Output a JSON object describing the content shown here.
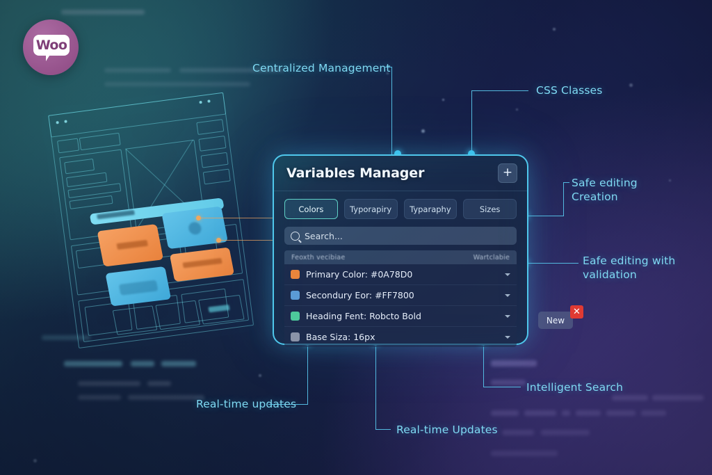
{
  "brand": {
    "logo_text": "Woo",
    "logo_name": "woo-logo",
    "logo_color": "#96538c"
  },
  "background": {
    "gradient_from": "#2a6b6e",
    "gradient_to": "#4c3f86",
    "accent_cyan": "#57c3e8"
  },
  "annotations": [
    {
      "id": "centralized-management",
      "label": "Centralized Management"
    },
    {
      "id": "css-classes",
      "label": "CSS Classes"
    },
    {
      "id": "safe-editing-creation",
      "label": "Safe editing\nCreation"
    },
    {
      "id": "safe-editing-validation",
      "label": "Eafe editing with\nvalidation"
    },
    {
      "id": "intelligent-search",
      "label": "Intelligent Search"
    },
    {
      "id": "real-time-updates-lower",
      "label": "Real-time Updates"
    },
    {
      "id": "real-time-updates-left",
      "label": "Real-time updates"
    }
  ],
  "panel": {
    "title": "Variables Manager",
    "add_button_label": "+",
    "tabs": [
      {
        "label": "Colors",
        "active": true
      },
      {
        "label": "Typorapiry",
        "active": false
      },
      {
        "label": "Typaraphy",
        "active": false
      },
      {
        "label": "Sizes",
        "active": false
      }
    ],
    "search": {
      "placeholder": "Search...",
      "value": "",
      "icon": "search-icon"
    },
    "list_header": {
      "left": "Feoxth vecibiae",
      "right": "Wartclabie"
    },
    "rows": [
      {
        "swatch": "#e8853c",
        "label": "Primary Color: #0A78D0"
      },
      {
        "swatch": "#5b9bd5",
        "label": "Secondury Eor: #FF7800"
      },
      {
        "swatch": "#4dc99b",
        "label": "Heading Fent: Robcto Bold"
      },
      {
        "swatch": "#8a93a8",
        "label": "Base Siza: 16px"
      }
    ]
  },
  "floating_controls": {
    "new_button_label": "New",
    "close_badge_label": "✕",
    "close_badge_color": "#e03a33"
  }
}
